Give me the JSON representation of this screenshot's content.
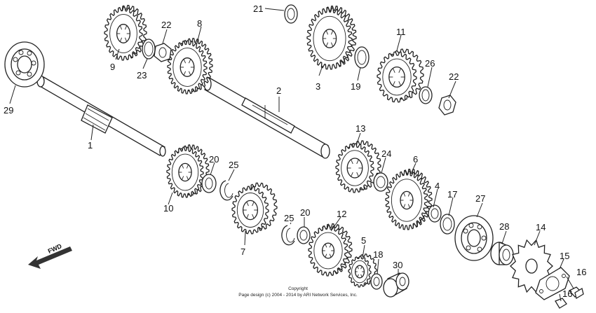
{
  "callouts": [
    {
      "id": "c1",
      "text": "1"
    },
    {
      "id": "c2",
      "text": "2"
    },
    {
      "id": "c3",
      "text": "3"
    },
    {
      "id": "c4",
      "text": "4"
    },
    {
      "id": "c5",
      "text": "5"
    },
    {
      "id": "c6",
      "text": "6"
    },
    {
      "id": "c7",
      "text": "7"
    },
    {
      "id": "c8",
      "text": "8"
    },
    {
      "id": "c9",
      "text": "9"
    },
    {
      "id": "c10",
      "text": "10"
    },
    {
      "id": "c11",
      "text": "11"
    },
    {
      "id": "c12",
      "text": "12"
    },
    {
      "id": "c13",
      "text": "13"
    },
    {
      "id": "c14",
      "text": "14"
    },
    {
      "id": "c15",
      "text": "15"
    },
    {
      "id": "c16a",
      "text": "16"
    },
    {
      "id": "c16b",
      "text": "16"
    },
    {
      "id": "c17",
      "text": "17"
    },
    {
      "id": "c18",
      "text": "18"
    },
    {
      "id": "c19",
      "text": "19"
    },
    {
      "id": "c20a",
      "text": "20"
    },
    {
      "id": "c20b",
      "text": "20"
    },
    {
      "id": "c21",
      "text": "21"
    },
    {
      "id": "c22a",
      "text": "22"
    },
    {
      "id": "c22b",
      "text": "22"
    },
    {
      "id": "c23",
      "text": "23"
    },
    {
      "id": "c24",
      "text": "24"
    },
    {
      "id": "c25a",
      "text": "25"
    },
    {
      "id": "c25b",
      "text": "25"
    },
    {
      "id": "c26",
      "text": "26"
    },
    {
      "id": "c27",
      "text": "27"
    },
    {
      "id": "c28",
      "text": "28"
    },
    {
      "id": "c29",
      "text": "29"
    },
    {
      "id": "c30",
      "text": "30"
    }
  ],
  "direction_label": "FWD",
  "copyright": {
    "line1": "Copyright",
    "line2": "Page design (c) 2004 - 2014 by ARI Network Services, Inc."
  }
}
